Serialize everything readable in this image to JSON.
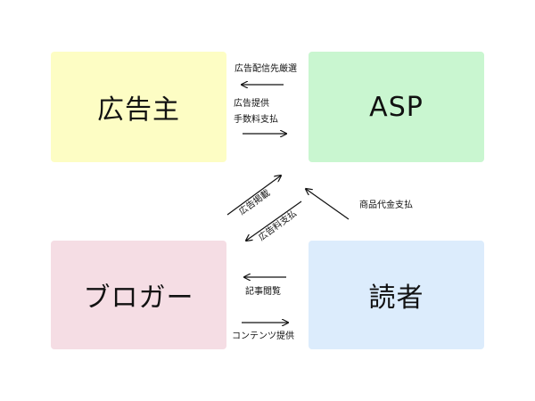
{
  "nodes": {
    "advertiser": {
      "label": "広告主",
      "color": "#fdfdc4"
    },
    "asp": {
      "label": "ASP",
      "color": "#c9f6d0"
    },
    "blogger": {
      "label": "ブロガー",
      "color": "#f5dde4"
    },
    "reader": {
      "label": "読者",
      "color": "#dcecfc"
    }
  },
  "edges": {
    "selection": "広告配信先厳選",
    "ad_provision": "広告提供",
    "fee_payment_1": "手数料支払",
    "ad_posting": "広告掲載",
    "fee_payment_2": "広告料支払",
    "purchase_payment": "商品代金支払",
    "article_viewing": "記事閲覧",
    "content_provision": "コンテンツ提供"
  }
}
